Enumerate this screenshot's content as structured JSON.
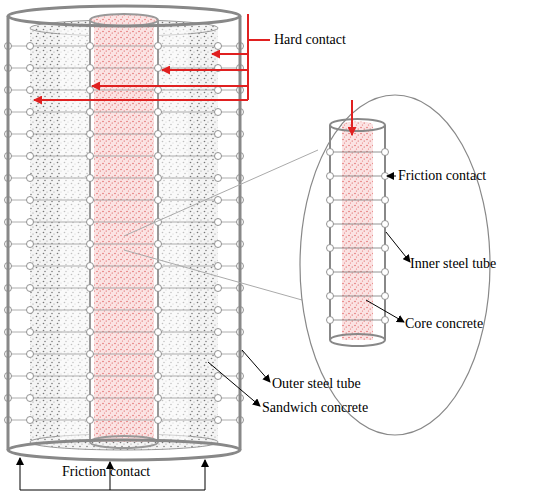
{
  "diagram": {
    "labels": [
      "Hard contact",
      "Friction contact",
      "Inner steel tube",
      "Core concrete",
      "Outer steel tube",
      "Sandwich concrete",
      "Friction contact"
    ]
  }
}
